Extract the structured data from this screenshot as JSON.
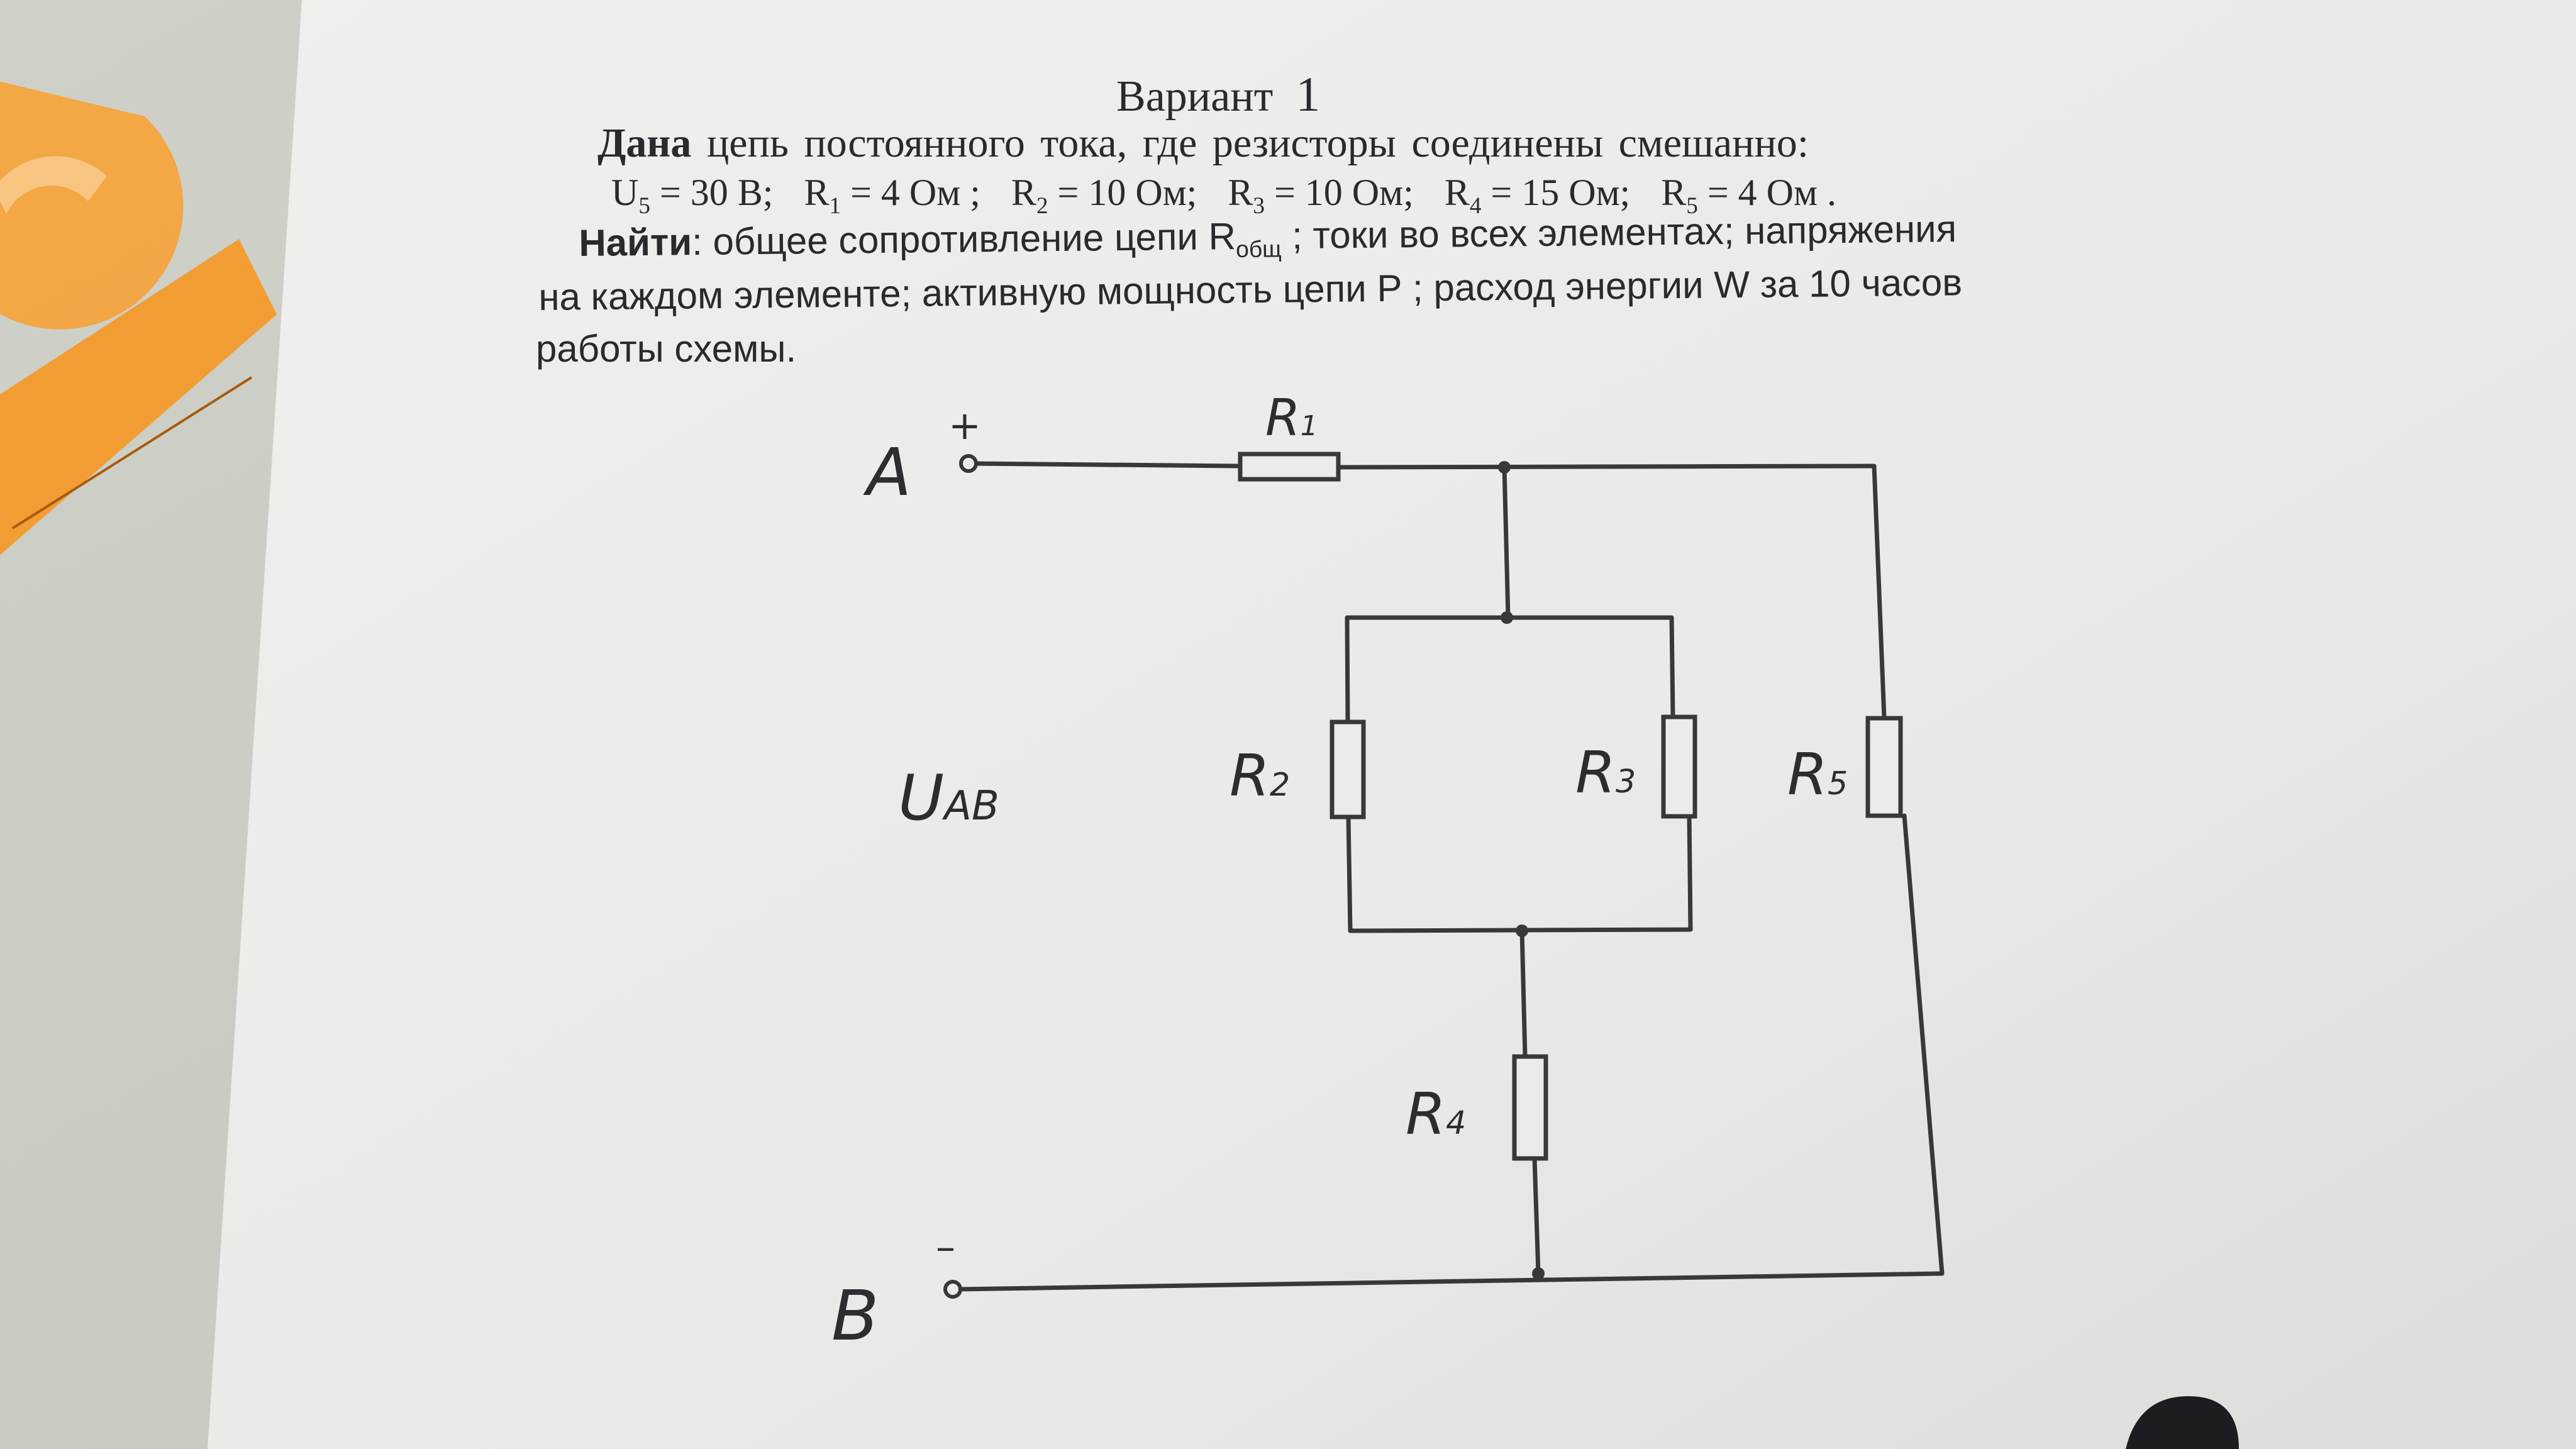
{
  "document": {
    "title_word": "Вариант",
    "title_number": "1",
    "given_label": "Дана",
    "given_text": "цепь  постоянного тока,  где резисторы соединены смешанно:",
    "values": [
      {
        "sym": "U",
        "sub": "5",
        "val": " = 30 В;"
      },
      {
        "sym": "R",
        "sub": "1",
        "val": " = 4 Ом ;"
      },
      {
        "sym": "R",
        "sub": "2",
        "val": " = 10 Ом;"
      },
      {
        "sym": "R",
        "sub": "3",
        "val": " = 10 Ом;"
      },
      {
        "sym": "R",
        "sub": "4",
        "val": " = 15 Ом;"
      },
      {
        "sym": "R",
        "sub": "5",
        "val": " = 4 Ом ."
      }
    ],
    "find_label": "Найти",
    "find_text_1": ": общее сопротивление цепи R",
    "find_sub": "общ",
    "find_text_2": " ;  токи во всех элементах; напряжения",
    "find_text_3": "на каждом элементе; активную мощность цепи  Р ; расход энергии  W за 10 часов",
    "find_text_4": "работы схемы."
  },
  "circuit": {
    "terminal_a": "A",
    "terminal_b": "B",
    "plus_sign": "+",
    "minus_sign": "–",
    "voltage": {
      "main": "U",
      "sub": "AB"
    },
    "resistors": [
      {
        "id": "r1",
        "main": "R",
        "sub": "1"
      },
      {
        "id": "r2",
        "main": "R",
        "sub": "2"
      },
      {
        "id": "r3",
        "main": "R",
        "sub": "3"
      },
      {
        "id": "r4",
        "main": "R",
        "sub": "4"
      },
      {
        "id": "r5",
        "main": "R",
        "sub": "5"
      }
    ]
  },
  "colors": {
    "paper": "#ecebea",
    "ink": "#2a2a2e",
    "background_cloth": "#d5d6cf",
    "ruler": "#f39a2c"
  }
}
